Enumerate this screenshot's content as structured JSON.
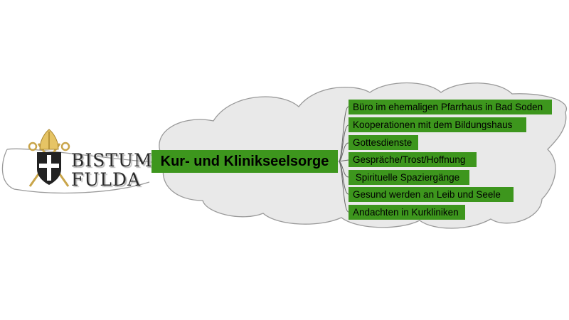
{
  "logo": {
    "line1": "BISTUM",
    "line2": "FULDA",
    "icon": "crozier-mitre-shield-icon",
    "colors": {
      "gold": "#d6b24a",
      "shield": "#222222",
      "cross": "#ffffff",
      "text": "#2a2a2a"
    }
  },
  "central_topic": {
    "label": "Kur- und Klinikseelsorge",
    "color": "#3d961d"
  },
  "branches": [
    {
      "label": "Büro im ehemaligen Pfarrhaus in Bad Soden"
    },
    {
      "label": "Kooperationen mit dem Bildungshaus"
    },
    {
      "label": "Gottesdienste"
    },
    {
      "label": "Gespräche/Trost/Hoffnung"
    },
    {
      "label": " Spirituelle Spaziergänge"
    },
    {
      "label": "Gesund werden an Leib und Seele"
    },
    {
      "label": "Andachten in Kurkliniken"
    }
  ],
  "colors": {
    "topic_fill": "#3d961d",
    "cloud_fill": "#e9e9e9",
    "cloud_stroke": "#9a9a9a"
  }
}
